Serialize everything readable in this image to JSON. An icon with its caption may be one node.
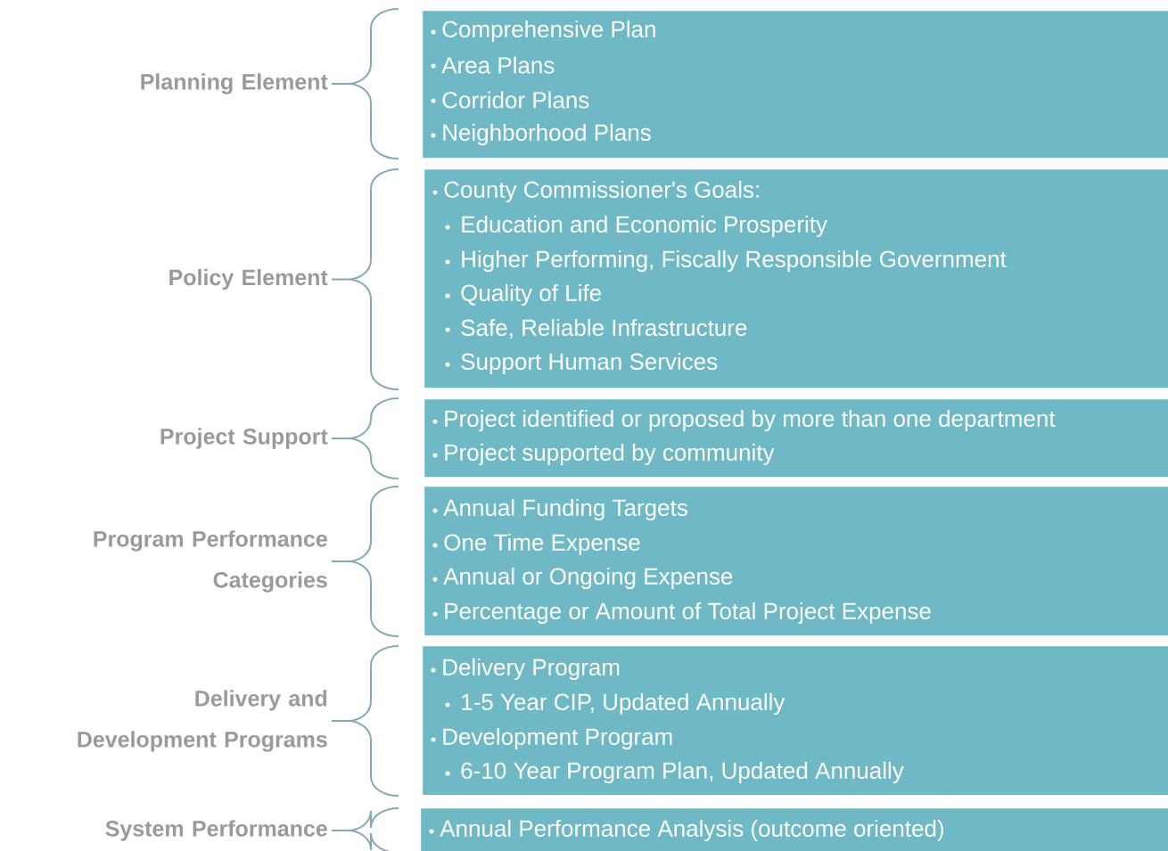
{
  "diagram": {
    "nodes": [
      {
        "text": [
          "Comprehensive Plan",
          "Area Plans",
          "Corridor Plans",
          "Neighborhood Plans"
        ],
        "beside": [
          "Planning Element"
        ]
      },
      {
        "text": [
          "County Commissioner's Goals:",
          "Education and Economic Prosperity",
          "Higher Performing, Fiscally Responsible Government",
          "Quality of Life",
          "Safe, Reliable Infrastructure",
          "Support Human Services"
        ],
        "beside": [
          "Policy Element"
        ]
      },
      {
        "text": [
          "Project identified or proposed by more than one department",
          "Project supported by community"
        ],
        "beside": [
          "Project Support"
        ]
      },
      {
        "text": [
          "Annual Funding Targets",
          "One Time Expense",
          "Annual or Ongoing Expense",
          "Percentage or Amount of Total Project Expense"
        ],
        "beside": [
          "Program Performance Categories"
        ]
      },
      {
        "text": [
          "Delivery Program",
          "1-5 Year CIP, Updated Annually",
          "Development Program",
          "6-10 Year Program Plan, Updated Annually"
        ],
        "beside": [
          "Delivery and Development Programs"
        ]
      },
      {
        "text": [
          "Annual Performance Analysis (outcome oriented)"
        ],
        "beside": [
          "System Performance"
        ]
      }
    ]
  }
}
